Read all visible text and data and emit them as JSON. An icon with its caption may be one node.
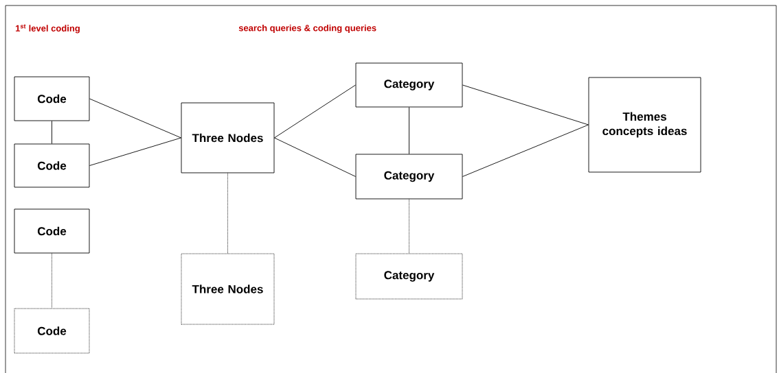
{
  "diagram": {
    "nodes": [
      {
        "text": [
          "Code"
        ]
      },
      {
        "text": [
          "Code"
        ]
      },
      {
        "text": [
          "Code"
        ]
      },
      {
        "text": [
          "Code"
        ]
      },
      {
        "text": [
          "Three Nodes"
        ]
      },
      {
        "text": [
          "Three Nodes"
        ]
      },
      {
        "text": [
          "Category"
        ]
      },
      {
        "text": [
          "Category"
        ]
      },
      {
        "text": [
          "Category"
        ]
      },
      {
        "text": [
          "Themes concepts ideas"
        ]
      }
    ],
    "edges": [
      {
        "from": 0,
        "to": 1,
        "arrow": "none"
      },
      {
        "from": 0,
        "to": 4,
        "arrow": "none"
      },
      {
        "from": 1,
        "to": 4,
        "arrow": "none"
      },
      {
        "from": 2,
        "to": 3,
        "arrow": "none",
        "style": "dashed"
      },
      {
        "from": 4,
        "to": 5,
        "arrow": "none",
        "style": "dashed"
      },
      {
        "from": 4,
        "to": 6,
        "arrow": "none"
      },
      {
        "from": 4,
        "to": 7,
        "arrow": "none"
      },
      {
        "from": 6,
        "to": 7,
        "arrow": "none"
      },
      {
        "from": 7,
        "to": 8,
        "arrow": "none",
        "style": "dashed"
      },
      {
        "from": 6,
        "to": 9,
        "arrow": "none"
      },
      {
        "from": 7,
        "to": 9,
        "arrow": "none"
      }
    ],
    "labels": [
      "1$^{st}$ level coding",
      "search queries & coding queries"
    ]
  }
}
